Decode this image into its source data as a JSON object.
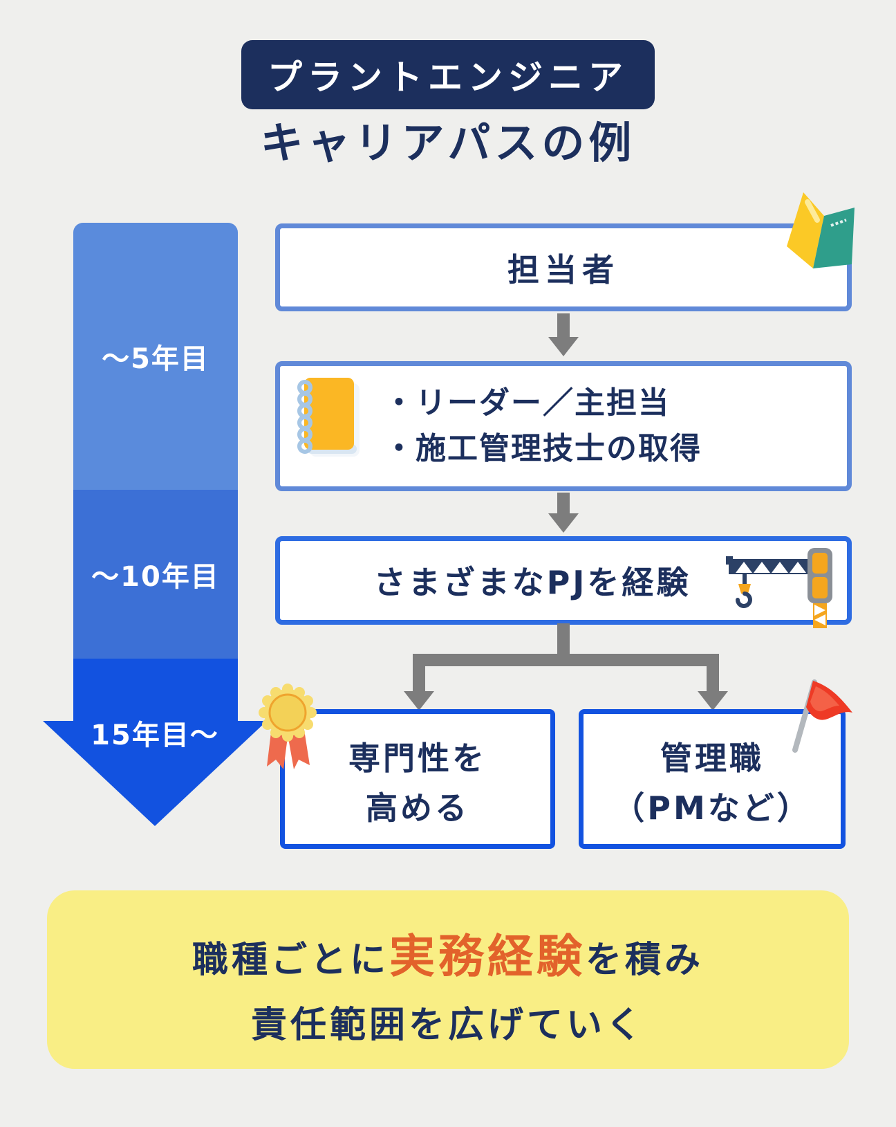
{
  "header": {
    "badge_label": "プラントエンジニア",
    "title": "キャリアパスの例"
  },
  "timeline": {
    "segments": [
      {
        "label": "〜5年目",
        "color": "#5a8bdc"
      },
      {
        "label": "〜10年目",
        "color": "#3c70d6"
      },
      {
        "label": "15年目〜",
        "color": "#1252e0"
      }
    ]
  },
  "flow": {
    "step1": {
      "label": "担当者",
      "icon": "open-book-icon"
    },
    "step2": {
      "items": [
        "・リーダー／主担当",
        "・施工管理技士の取得"
      ],
      "icon": "spiral-notebook-icon"
    },
    "step3": {
      "label": "さまざまなPJを経験",
      "icon": "tower-crane-icon"
    },
    "branch_left": {
      "line1": "専門性を",
      "line2": "高める",
      "icon": "award-medal-icon"
    },
    "branch_right": {
      "line1": "管理職",
      "line2": "（PMなど）",
      "icon": "red-flag-icon"
    }
  },
  "footer": {
    "line1_prefix": "職種ごとに",
    "line1_highlight": "実務経験",
    "line1_suffix": "を積み",
    "line2": "責任範囲を広げていく"
  },
  "colors": {
    "background": "#efefed",
    "navy": "#1c2f5d",
    "timeline_blue_light": "#5a8bdc",
    "timeline_blue_mid": "#3c70d6",
    "timeline_blue_bright": "#1252e0",
    "box_border_light": "#6089d8",
    "box_border_mid": "#2e6ce2",
    "box_border_bright": "#1252e0",
    "connector_gray": "#7d7d7d",
    "footer_background": "#f9ee85",
    "footer_highlight": "#e2622b"
  }
}
